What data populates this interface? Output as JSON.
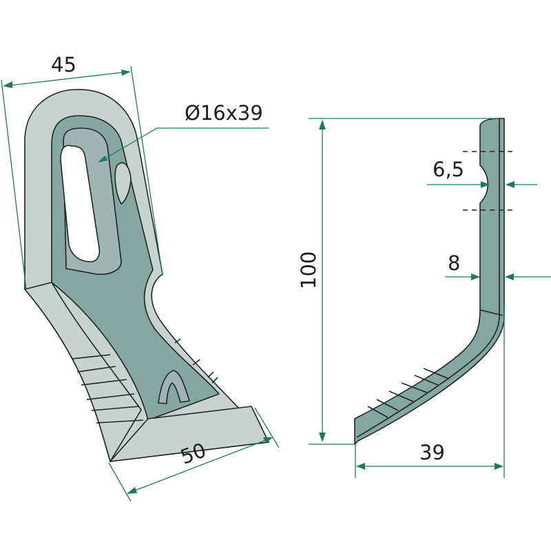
{
  "drawing": {
    "subject": "Y-flail blade, front and side view",
    "colors": {
      "dimension_line": "#1a7a60",
      "part_light": "#c7d3cf",
      "part_mid": "#9fb5b0",
      "part_dark": "#86a6a0",
      "outline": "#1c2623",
      "text": "#1e1e1e"
    },
    "front_view": {
      "width_top_label": "45",
      "hole_label": "Ø16x39",
      "width_bottom_label": "50"
    },
    "side_view": {
      "height_label": "100",
      "thickness_notch_label": "6,5",
      "thickness_label": "8",
      "depth_label": "39"
    }
  }
}
